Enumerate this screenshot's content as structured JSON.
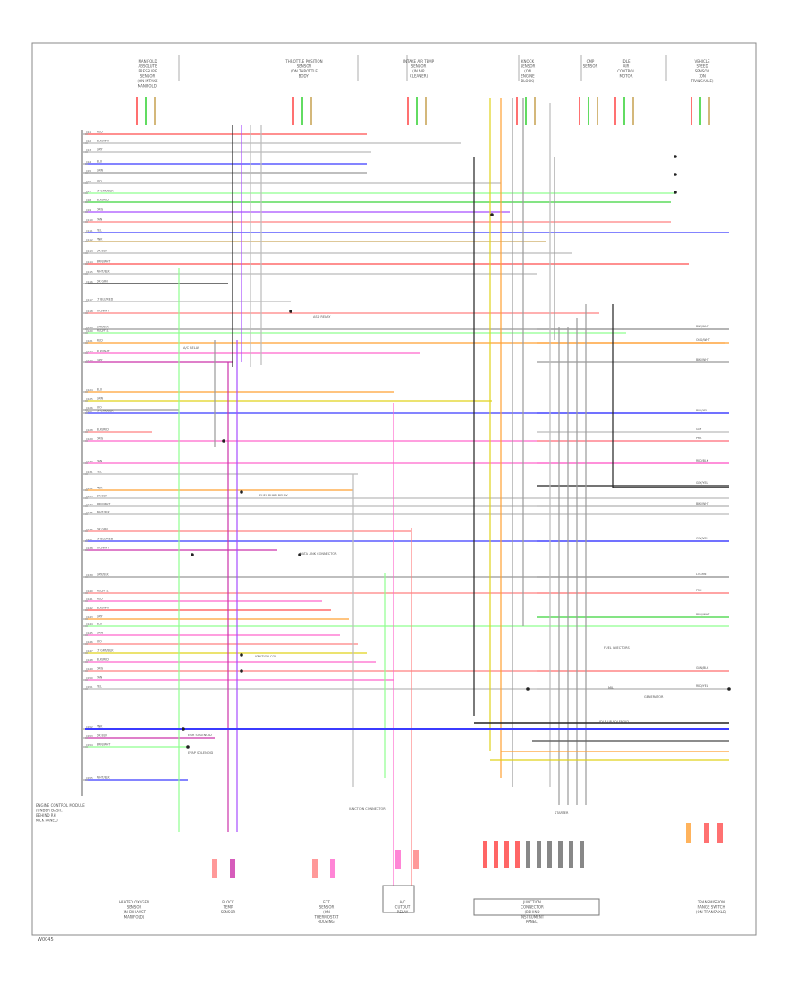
{
  "diagram": {
    "footer_code": "W0045",
    "ecm_label": [
      "ENGINE CONTROL MODULE",
      "(UNDER DASH,",
      "BEHIND RH",
      "KICK PANEL)"
    ],
    "connector_pin_prefix": "C1",
    "top_components": [
      {
        "lines": [
          "MANIFOLD",
          "ABSOLUTE",
          "PRESSURE",
          "SENSOR",
          "(ON INTAKE",
          "MANIFOLD)"
        ]
      },
      {
        "lines": [
          "THROTTLE POSITION",
          "SENSOR",
          "(ON THROTTLE",
          "BODY)"
        ]
      },
      {
        "lines": [
          "INTAKE AIR TEMP",
          "SENSOR",
          "(IN AIR",
          "CLEANER)"
        ]
      },
      {
        "lines": [
          "KNOCK",
          "SENSOR",
          "(ON",
          "ENGINE",
          "BLOCK)"
        ]
      },
      {
        "lines": [
          "CMP",
          "SENSOR"
        ]
      },
      {
        "lines": [
          "IDLE",
          "AIR",
          "CONTROL",
          "MOTOR"
        ]
      },
      {
        "lines": [
          "VEHICLE",
          "SPEED",
          "SENSOR",
          "(ON",
          "TRANSAXLE)"
        ]
      }
    ],
    "bottom_components": [
      {
        "lines": [
          "HEATED OXYGEN",
          "SENSOR",
          "(IN EXHAUST",
          "MANIFOLD)"
        ]
      },
      {
        "lines": [
          "BLOCK",
          "TEMP",
          "SENSOR"
        ]
      },
      {
        "lines": [
          "ECT",
          "SENSOR",
          "(ON",
          "THERMOSTAT",
          "HOUSING)"
        ]
      },
      {
        "lines": [
          "A/C",
          "CUTOUT",
          "RELAY"
        ]
      },
      {
        "lines": [
          "JUNCTION",
          "CONNECTOR",
          "(BEHIND",
          "INSTRUMENT",
          "PANEL)"
        ]
      },
      {
        "lines": [
          "TRANSMISSION",
          "RANGE SWITCH",
          "(ON TRANSAXLE)"
        ]
      }
    ],
    "mid_labels": [
      "FUEL PUMP RELAY",
      "DATA LINK CONNECTOR",
      "IGNITION COIL",
      "EGR SOLENOID",
      "EVAP SOLENOID",
      "IDLE UP SOLENOID",
      "STARTER",
      "JUNCTION CONNECTOR",
      "MIL",
      "FUEL INJECTORS",
      "A/C RELAY",
      "ASD RELAY",
      "GENERATOR"
    ],
    "wire_codes": [
      "RED",
      "BLK/WHT",
      "GRY",
      "BLU",
      "GRN",
      "VIO",
      "LT GRN/BLK",
      "BLK/RED",
      "ORG",
      "TAN",
      "YEL",
      "PNK",
      "DK BLU",
      "BRN/WHT",
      "WHT/BLK",
      "DK GRN",
      "LT BLU/RED",
      "VIO/WHT",
      "GRY/BLK",
      "RED/YEL"
    ],
    "right_wire_codes": [
      "BLK/WHT",
      "ORG/WHT",
      "BLK/WHT",
      "BLU/YEL",
      "GRY",
      "PNK",
      "RED/BLK",
      "GRY/YEL",
      "BLK/WHT",
      "GRY/YEL",
      "LT GRN",
      "PNK",
      "BRN/WHT",
      "GRN/BLK",
      "RED/YEL"
    ],
    "colors": {
      "red": "#ff4d4d",
      "blue": "#3b3bff",
      "green": "#3ad43a",
      "light_green": "#8fff8f",
      "orange": "#ffa033",
      "yellow": "#e0d21a",
      "pink": "#ff66cc",
      "violet": "#a64dff",
      "tan": "#c9a65a",
      "black": "#222222",
      "gray": "#999999",
      "dark_gray": "#666666",
      "light_gray": "#bbbbbb",
      "salmon": "#ff8080",
      "magenta": "#cc33aa",
      "olive": "#b0a030"
    }
  }
}
